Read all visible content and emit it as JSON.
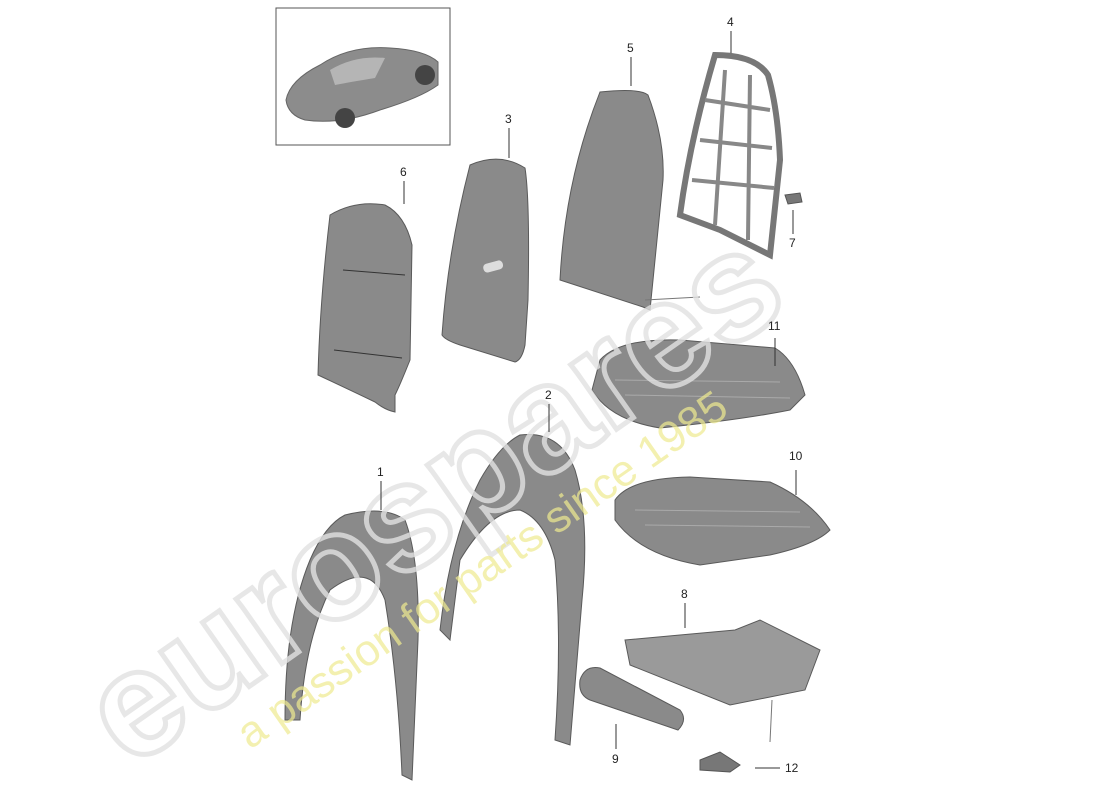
{
  "watermark": {
    "brand": "eurospares",
    "tagline": "a passion for parts since 1985",
    "brand_color": "#e6e6e6",
    "tagline_color": "#f3f0a0"
  },
  "thumbnail": {
    "icon": "car-icon"
  },
  "callouts": [
    {
      "number": "1"
    },
    {
      "number": "2"
    },
    {
      "number": "3"
    },
    {
      "number": "4"
    },
    {
      "number": "5"
    },
    {
      "number": "6"
    },
    {
      "number": "7"
    },
    {
      "number": "8"
    },
    {
      "number": "9"
    },
    {
      "number": "10"
    },
    {
      "number": "11"
    },
    {
      "number": "12"
    }
  ]
}
